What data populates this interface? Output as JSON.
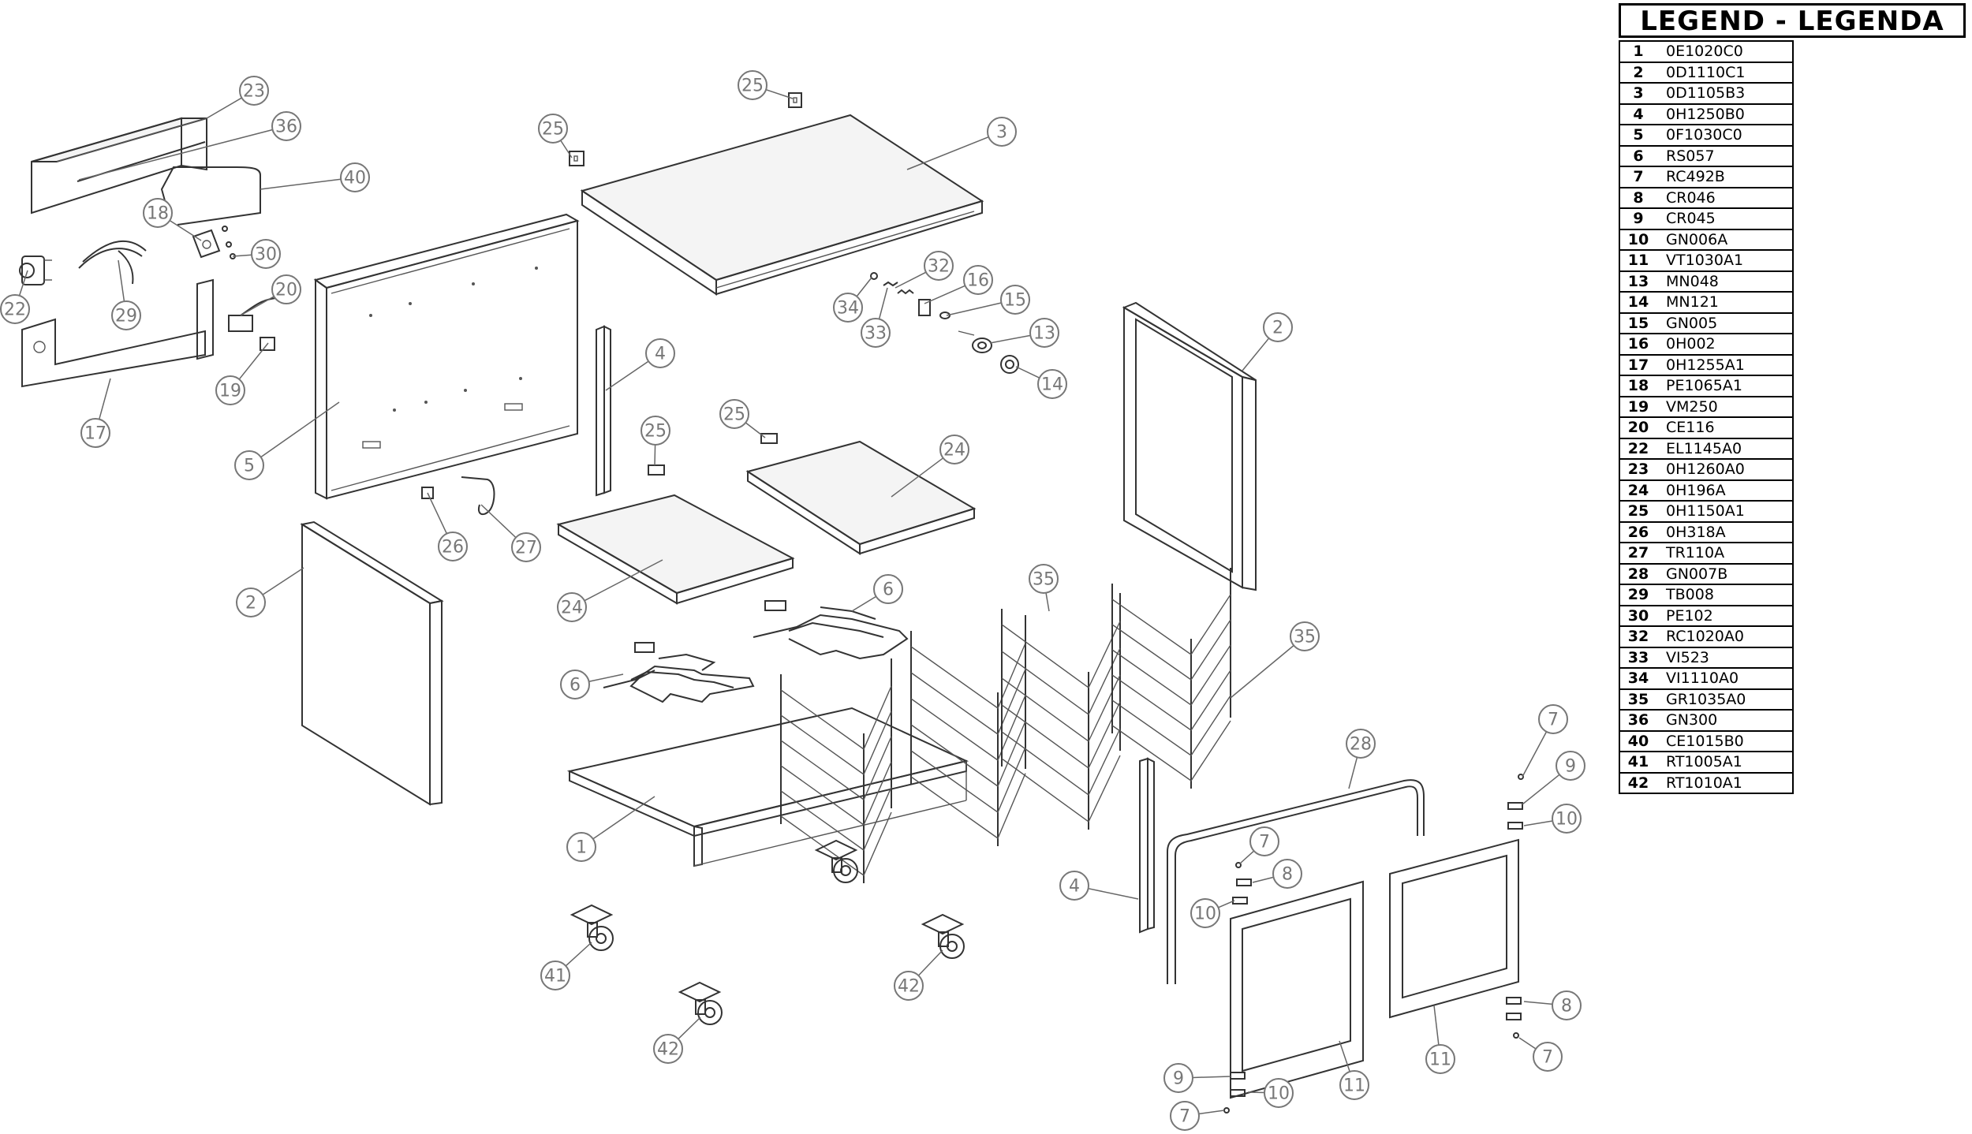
{
  "legend": {
    "title": "LEGEND - LEGENDA",
    "rows": [
      {
        "num": "1",
        "code": "0E1020C0"
      },
      {
        "num": "2",
        "code": "0D1110C1"
      },
      {
        "num": "3",
        "code": "0D1105B3"
      },
      {
        "num": "4",
        "code": "0H1250B0"
      },
      {
        "num": "5",
        "code": "0F1030C0"
      },
      {
        "num": "6",
        "code": "RS057"
      },
      {
        "num": "7",
        "code": "RC492B"
      },
      {
        "num": "8",
        "code": "CR046"
      },
      {
        "num": "9",
        "code": "CR045"
      },
      {
        "num": "10",
        "code": "GN006A"
      },
      {
        "num": "11",
        "code": "VT1030A1"
      },
      {
        "num": "13",
        "code": "MN048"
      },
      {
        "num": "14",
        "code": "MN121"
      },
      {
        "num": "15",
        "code": "GN005"
      },
      {
        "num": "16",
        "code": "0H002"
      },
      {
        "num": "17",
        "code": "0H1255A1"
      },
      {
        "num": "18",
        "code": "PE1065A1"
      },
      {
        "num": "19",
        "code": "VM250"
      },
      {
        "num": "20",
        "code": "CE116"
      },
      {
        "num": "22",
        "code": "EL1145A0"
      },
      {
        "num": "23",
        "code": "0H1260A0"
      },
      {
        "num": "24",
        "code": "0H196A"
      },
      {
        "num": "25",
        "code": "0H1150A1"
      },
      {
        "num": "26",
        "code": "0H318A"
      },
      {
        "num": "27",
        "code": "TR110A"
      },
      {
        "num": "28",
        "code": "GN007B"
      },
      {
        "num": "29",
        "code": "TB008"
      },
      {
        "num": "30",
        "code": "PE102"
      },
      {
        "num": "32",
        "code": "RC1020A0"
      },
      {
        "num": "33",
        "code": "VI523"
      },
      {
        "num": "34",
        "code": "VI1110A0"
      },
      {
        "num": "35",
        "code": "GR1035A0"
      },
      {
        "num": "36",
        "code": "GN300"
      },
      {
        "num": "40",
        "code": "CE1015B0"
      },
      {
        "num": "41",
        "code": "RT1005A1"
      },
      {
        "num": "42",
        "code": "RT1010A1"
      }
    ]
  },
  "callouts": [
    "23",
    "36",
    "40",
    "18",
    "30",
    "22",
    "29",
    "20",
    "19",
    "17",
    "5",
    "25",
    "25",
    "3",
    "34",
    "32",
    "33",
    "16",
    "15",
    "13",
    "14",
    "4",
    "25",
    "25",
    "24",
    "2",
    "26",
    "27",
    "2",
    "24",
    "6",
    "6",
    "35",
    "35",
    "1",
    "7",
    "9",
    "10",
    "28",
    "7",
    "8",
    "10",
    "4",
    "41",
    "42",
    "42",
    "8",
    "11",
    "11",
    "9",
    "10",
    "7",
    "7"
  ]
}
